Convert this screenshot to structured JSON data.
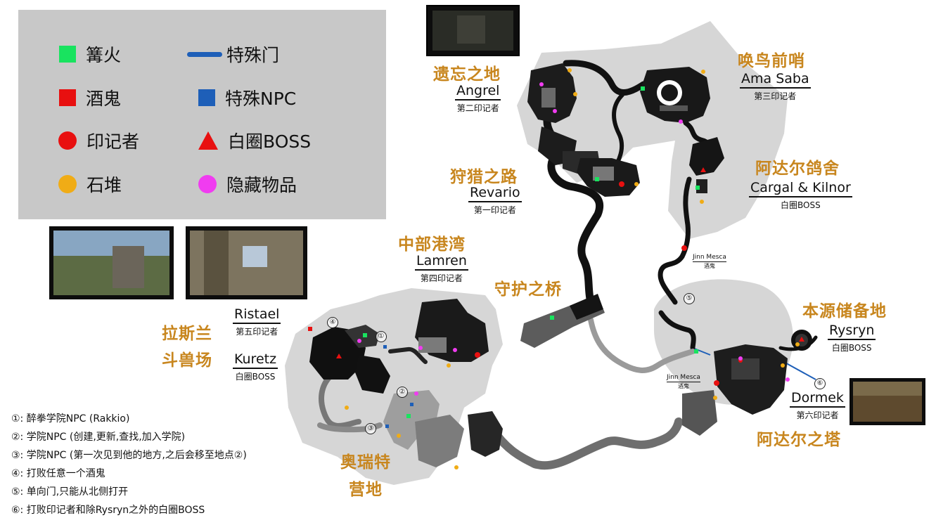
{
  "colors": {
    "bonfire": "#19e35f",
    "drunk": "#e81010",
    "sigil": "#e81010",
    "cairn": "#f0ac16",
    "door": "#1e5fb8",
    "npc": "#1e5fb8",
    "whiteboss": "#e81010",
    "hidden": "#f03cf0",
    "areaText": "#c8861e"
  },
  "legend": {
    "items": [
      {
        "label": "篝火",
        "symbol": "square",
        "color": "#19e35f",
        "icon": "bonfire-icon"
      },
      {
        "label": "特殊门",
        "symbol": "line",
        "color": "#1e5fb8",
        "icon": "special-door-icon"
      },
      {
        "label": "酒鬼",
        "symbol": "square",
        "color": "#e81010",
        "icon": "drunk-icon"
      },
      {
        "label": "特殊NPC",
        "symbol": "square",
        "color": "#1e5fb8",
        "icon": "special-npc-icon"
      },
      {
        "label": "印记者",
        "symbol": "circle",
        "color": "#e81010",
        "icon": "sigil-bearer-icon"
      },
      {
        "label": "白圈BOSS",
        "symbol": "triangle",
        "color": "#e81010",
        "icon": "white-boss-icon"
      },
      {
        "label": "石堆",
        "symbol": "circle",
        "color": "#f0ac16",
        "icon": "cairn-icon"
      },
      {
        "label": "隐藏物品",
        "symbol": "circle",
        "color": "#f03cf0",
        "icon": "hidden-item-icon"
      }
    ]
  },
  "areas": {
    "forgotten": "遗忘之地",
    "birdcall": "唤鸟前哨",
    "hunting": "狩猎之路",
    "adal_dove": "阿达尔鸽舍",
    "central_harbor": "中部港湾",
    "guard_bridge": "守护之桥",
    "source_reserve": "本源储备地",
    "laslan_1": "拉斯兰",
    "laslan_2": "斗兽场",
    "orit_1": "奥瑞特",
    "orit_2": "营地",
    "adal_tower": "阿达尔之塔"
  },
  "bosses": {
    "angrel": {
      "name": "Angrel",
      "sub": "第二印记者"
    },
    "amasaba": {
      "name": "Ama Saba",
      "sub": "第三印记者"
    },
    "revario": {
      "name": "Revario",
      "sub": "第一印记者"
    },
    "cargal": {
      "name": "Cargal & Kilnor",
      "sub": "白圈BOSS"
    },
    "lamren": {
      "name": "Lamren",
      "sub": "第四印记者"
    },
    "ristael": {
      "name": "Ristael",
      "sub": "第五印记者"
    },
    "kuretz": {
      "name": "Kuretz",
      "sub": "白圈BOSS"
    },
    "rysryn": {
      "name": "Rysryn",
      "sub": "白圈BOSS"
    },
    "dormek": {
      "name": "Dormek",
      "sub": "第六印记者"
    }
  },
  "npcs": {
    "jinn1": {
      "name": "Jinn Mesca",
      "sub": "酒鬼"
    },
    "jinn2": {
      "name": "Jinn Mesca",
      "sub": "酒鬼"
    }
  },
  "markers": {
    "m1": "①",
    "m2": "②",
    "m3": "③",
    "m4": "④",
    "m5": "⑤",
    "m6": "⑥"
  },
  "notes": [
    "①: 醉拳学院NPC (Rakkio)",
    "②: 学院NPC (创建,更新,查找,加入学院)",
    "③: 学院NPC (第一次见到他的地方,之后会移至地点②)",
    "④: 打败任意一个酒鬼",
    "⑤: 单向门,只能从北侧打开",
    "⑥: 打败印记者和除Rysryn之外的白圈BOSS"
  ]
}
